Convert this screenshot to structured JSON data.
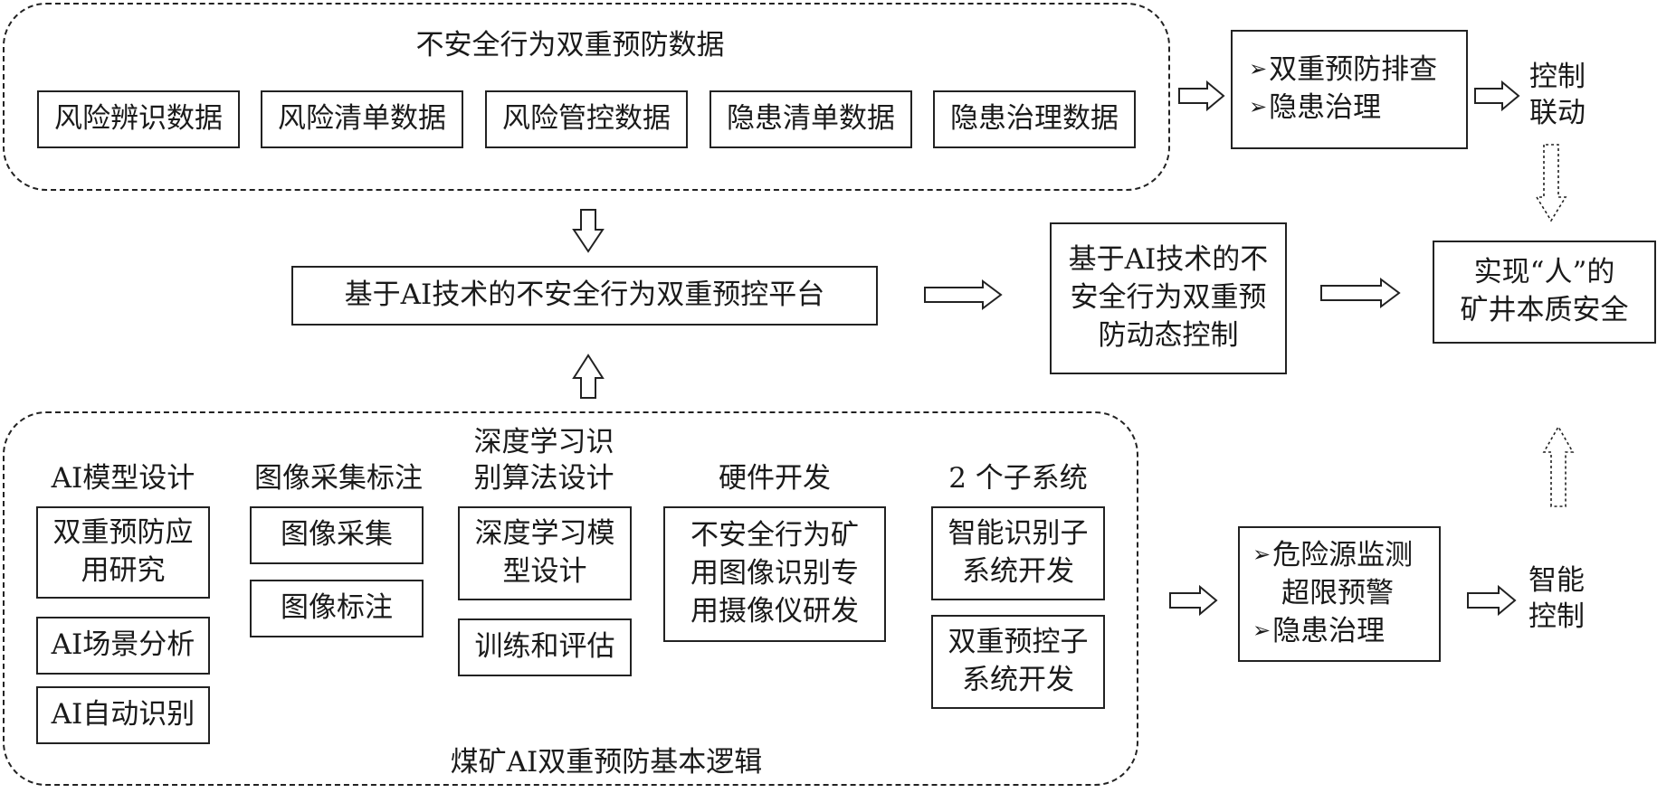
{
  "top_group": {
    "title": "不安全行为双重预防数据",
    "items": [
      "风险辨识数据",
      "风险清单数据",
      "风险管控数据",
      "隐患清单数据",
      "隐患治理数据"
    ]
  },
  "platform": {
    "label": "基于AI技术的不安全行为双重预控平台"
  },
  "dynamic_control": {
    "line1": "基于AI技术的不",
    "line2": "安全行为双重预",
    "line3": "防动态控制"
  },
  "goal": {
    "line1": "实现“人”的",
    "line2": "矿井本质安全"
  },
  "top_right_list": {
    "bullet": "➢",
    "items": [
      "双重预防排查",
      "隐患治理"
    ]
  },
  "control_linkage": {
    "line1": "控制",
    "line2": "联动"
  },
  "bottom_right_list": {
    "bullet": "➢",
    "item1": "危险源监测",
    "item1b": "超限预警",
    "item2": "隐患治理"
  },
  "smart_control": {
    "line1": "智能",
    "line2": "控制"
  },
  "bottom_group": {
    "title": "煤矿AI双重预防基本逻辑",
    "col1": {
      "header": "AI模型设计",
      "box1_l1": "双重预防应",
      "box1_l2": "用研究",
      "box2": "AI场景分析",
      "box3": "AI自动识别"
    },
    "col2": {
      "header": "图像采集标注",
      "box1": "图像采集",
      "box2": "图像标注"
    },
    "col3": {
      "header_l1": "深度学习识",
      "header_l2": "别算法设计",
      "box1_l1": "深度学习模",
      "box1_l2": "型设计",
      "box2": "训练和评估"
    },
    "col4": {
      "header": "硬件开发",
      "box1_l1": "不安全行为矿",
      "box1_l2": "用图像识别专",
      "box1_l3": "用摄像仪研发"
    },
    "col5": {
      "header": "2 个子系统",
      "box1_l1": "智能识别子",
      "box1_l2": "系统开发",
      "box2_l1": "双重预控子",
      "box2_l2": "系统开发"
    }
  }
}
